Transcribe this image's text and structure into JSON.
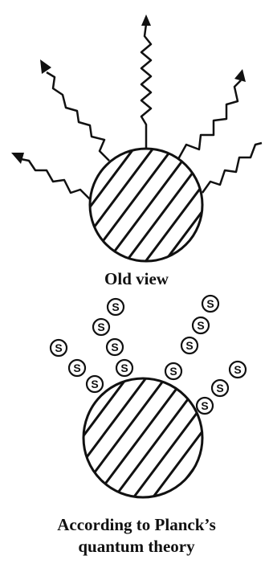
{
  "old_view": {
    "caption": "Old view"
  },
  "planck_view": {
    "caption_line1": "According to Planck’s",
    "caption_line2": "quantum theory",
    "packet_label": "S"
  },
  "colors": {
    "ink": "#111111",
    "background": "#ffffff"
  }
}
